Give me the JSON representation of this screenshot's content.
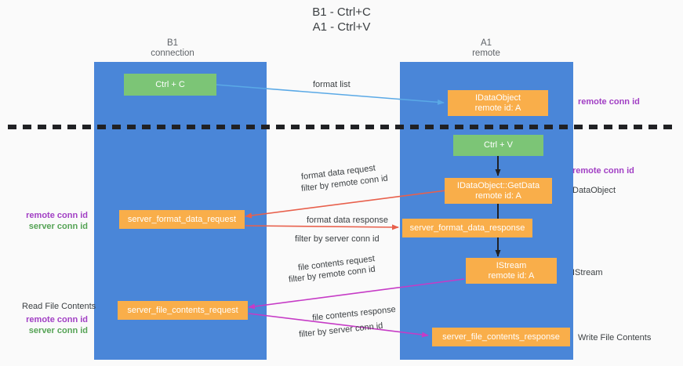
{
  "diagram": {
    "title_line1": "B1 - Ctrl+C",
    "title_line2": "A1 - Ctrl+V",
    "background_color": "#fafafa",
    "lane_color": "#4a86d8",
    "green_color": "#7cc576",
    "orange_color": "#f9ae4a",
    "purple_color": "#a13fc4",
    "green_text_color": "#55a355"
  },
  "lanes": [
    {
      "name": "b1",
      "title": "B1",
      "subtitle": "connection"
    },
    {
      "name": "a1",
      "title": "A1",
      "subtitle": "remote"
    }
  ],
  "nodes": {
    "ctrl_c": {
      "line1": "Ctrl + C",
      "color": "green"
    },
    "idataobject": {
      "line1": "IDataObject",
      "line2": "remote id: A",
      "color": "orange"
    },
    "ctrl_v": {
      "line1": "Ctrl + V",
      "color": "green"
    },
    "getdata": {
      "line1": "IDataObject::GetData",
      "line2": "remote id: A",
      "color": "orange"
    },
    "format_request": {
      "line1": "server_format_data_request",
      "color": "orange"
    },
    "format_response": {
      "line1": "server_format_data_response",
      "color": "orange"
    },
    "istream": {
      "line1": "IStream",
      "line2": "remote id: A",
      "color": "orange"
    },
    "file_request": {
      "line1": "server_file_contents_request",
      "color": "orange"
    },
    "file_response": {
      "line1": "server_file_contents_response",
      "color": "orange"
    }
  },
  "edge_labels": {
    "format_list": "format list",
    "format_data_request": "format data request",
    "format_data_request_filter_prefix": "filter by ",
    "format_data_request_filter_key": "remote conn id",
    "format_data_response": "format data response",
    "format_data_response_filter_prefix": "filter by ",
    "format_data_response_filter_key": "server conn id",
    "file_contents_request": "file contents request",
    "file_contents_request_filter_prefix": "filter by ",
    "file_contents_request_filter_key": "remote conn id",
    "file_contents_response": "file contents response",
    "file_contents_response_filter_prefix": "filter by ",
    "file_contents_response_filter_key": "server conn id"
  },
  "annotations": {
    "right_top_remote_conn_id": "remote conn id",
    "right_mid_remote_conn_id": "remote conn id",
    "right_dataobject": "DataObject",
    "right_istream": "IStream",
    "right_write_file_contents": "Write File Contents",
    "left_remote_conn_id_1": "remote conn id",
    "left_server_conn_id_1": "server conn id",
    "left_read_file_contents": "Read File Contents",
    "left_remote_conn_id_2": "remote conn id",
    "left_server_conn_id_2": "server conn id"
  }
}
